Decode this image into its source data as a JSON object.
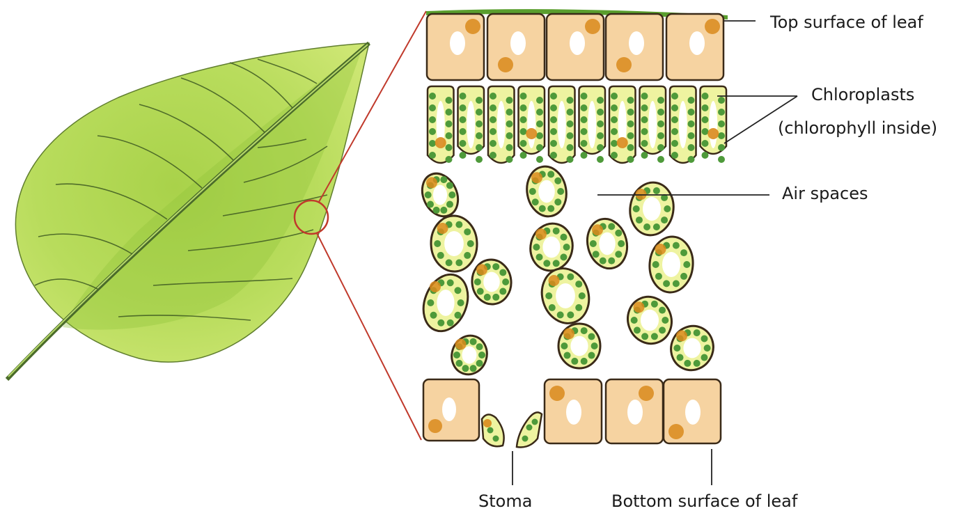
{
  "labels": {
    "top_surface": "Top surface of leaf",
    "chloroplasts": "Chloroplasts",
    "chlorophyll": "(chlorophyll inside)",
    "air_spaces": "Air spaces",
    "stoma": "Stoma",
    "bottom_surface": "Bottom surface of leaf"
  },
  "colors": {
    "leaf_light": "#c4e06a",
    "leaf_dark": "#7fb52a",
    "vein": "#4a6b2a",
    "cell_fill": "#f6d3a1",
    "cell_wall": "#3a2a18",
    "palisade_fill": "#eef3a0",
    "chloroplast": "#4e9a3a",
    "orange_spot": "#d98a1c",
    "zoom_line": "#c0392b",
    "cuticle": "#5a9e2e"
  }
}
